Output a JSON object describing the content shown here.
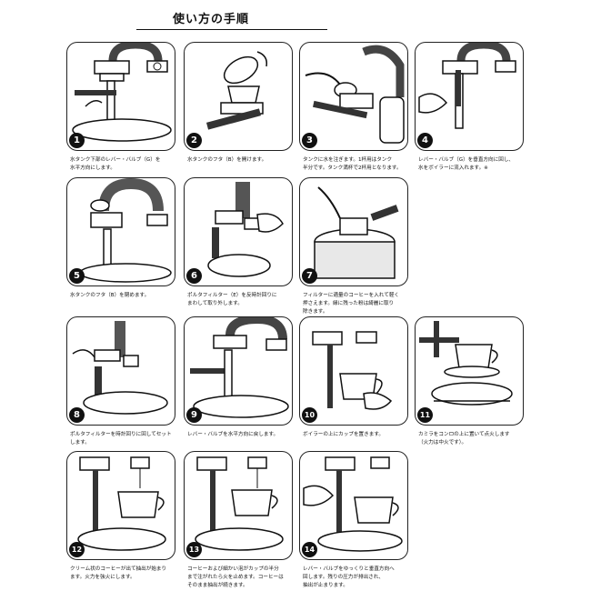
{
  "title": "使い方の手順",
  "steps": [
    {
      "number": "1",
      "caption": "水タンク下部のレバー・バルブ（G）を\n水平方向にします。"
    },
    {
      "number": "2",
      "caption": "水タンクのフタ（B）を開けます。"
    },
    {
      "number": "3",
      "caption": "タンクに水を注ぎます。1杯用はタンク\n半分です。タンク満杯で2杯用となります。"
    },
    {
      "number": "4",
      "caption": "レバー・バルブ（G）を垂直方向に回し、\n水をボイラーに流入れます。※"
    },
    {
      "number": "5",
      "caption": "水タンクのフタ（B）を閉めます。"
    },
    {
      "number": "6",
      "caption": "ポルタフィルター（E）を反時計回りに\nまわして取り外します。"
    },
    {
      "number": "7",
      "caption": "フィルターに適量のコーヒーを入れて軽く\n押さえます。縁に残った粉は綺麗に取り\n除きます。"
    },
    {
      "number": "8",
      "caption": "ポルタフィルターを時計回りに回してセット\nします。"
    },
    {
      "number": "9",
      "caption": "レバー・バルブを水平方向に戻します。"
    },
    {
      "number": "10",
      "caption": "ボイラーの上にカップを置きます。"
    },
    {
      "number": "11",
      "caption": "カミラをコンロの上に置いて点火します\n（火力は中火です）。"
    },
    {
      "number": "12",
      "caption": "クリーム状のコーヒーが出て抽出が始まり\nます。火力を強火にします。"
    },
    {
      "number": "13",
      "caption": "コーヒーおよび細かい泡がカップの半分\nまで注がれたら火を止めます。コーヒーは\nそのまま抽出が続きます。"
    },
    {
      "number": "14",
      "caption": "レバー・バルブをゆっくりと垂直方向へ\n回します。残りの圧力が排出され、\n抽出が止まります。"
    }
  ]
}
